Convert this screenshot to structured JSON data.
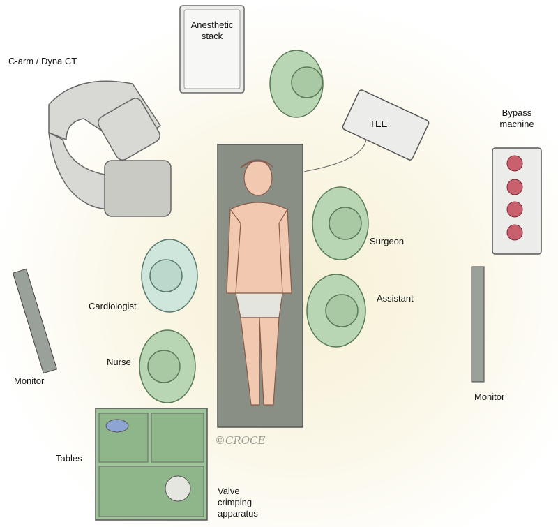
{
  "labels": {
    "anesthetic_stack": "Anesthetic\nstack",
    "c_arm": "C-arm / Dyna CT",
    "tee": "TEE",
    "bypass_machine": "Bypass\nmachine",
    "surgeon": "Surgeon",
    "assistant": "Assistant",
    "cardiologist": "Cardiologist",
    "nurse": "Nurse",
    "monitor_left": "Monitor",
    "monitor_right": "Monitor",
    "tables": "Tables",
    "valve_crimping": "Valve\ncrimping\napparatus"
  },
  "signature": "©CROCE",
  "colors": {
    "staff_green": "#b9d6b4",
    "cardiologist": "#cfe6dd",
    "bed": "#8a8f86",
    "pump": "#c9606e",
    "equipment": "#e3e3e0",
    "skin": "#f0c9b0"
  }
}
